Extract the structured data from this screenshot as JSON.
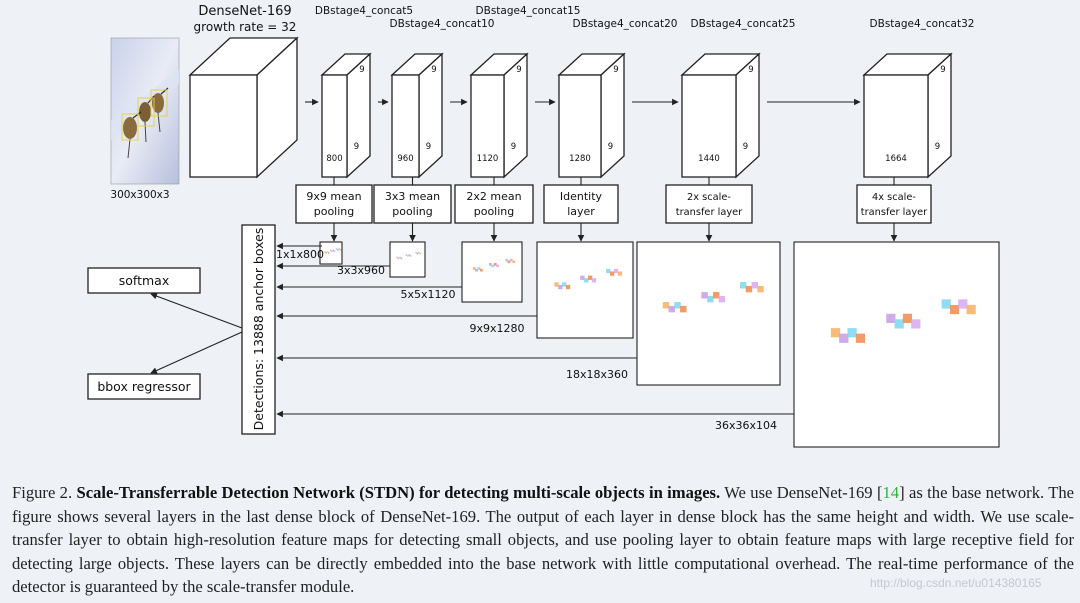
{
  "figure": {
    "input_image_label": "300x300x3",
    "base": {
      "title": "DenseNet-169",
      "subtitle": "growth rate = 32"
    },
    "stages": [
      {
        "name": "DBstage4_concat5",
        "depth": "800",
        "size_h": "9",
        "size_w": "9",
        "op": [
          "9x9 mean",
          "pooling"
        ],
        "output": "1x1x800"
      },
      {
        "name": "DBstage4_concat10",
        "depth": "960",
        "size_h": "9",
        "size_w": "9",
        "op": [
          "3x3 mean",
          "pooling"
        ],
        "output": "3x3x960"
      },
      {
        "name": "DBstage4_concat15",
        "depth": "1120",
        "size_h": "9",
        "size_w": "9",
        "op": [
          "2x2 mean",
          "pooling"
        ],
        "output": "5x5x1120"
      },
      {
        "name": "DBstage4_concat20",
        "depth": "1280",
        "size_h": "9",
        "size_w": "9",
        "op": [
          "Identity",
          "layer"
        ],
        "output": "9x9x1280"
      },
      {
        "name": "DBstage4_concat25",
        "depth": "1440",
        "size_h": "9",
        "size_w": "9",
        "op": [
          "2x scale-",
          "transfer layer"
        ],
        "output": "18x18x360"
      },
      {
        "name": "DBstage4_concat32",
        "depth": "1664",
        "size_h": "9",
        "size_w": "9",
        "op": [
          "4x scale-",
          "transfer layer"
        ],
        "output": "36x36x104"
      }
    ],
    "detections_label": "Detections: 13888 anchor boxes",
    "heads": [
      "softmax",
      "bbox regressor"
    ]
  },
  "caption": {
    "prefix": "Figure 2.",
    "bold": "Scale-Transferrable Detection Network (STDN) for detecting multi-scale objects in images.",
    "text1": " We use DenseNet-169 [",
    "ref": "14",
    "text2": "] as the base network. The figure shows several layers in the last dense block of DenseNet-169. The output of each layer in dense block has the same height and width. We use scale-transfer layer to obtain high-resolution feature maps for detecting small objects, and use pooling layer to obtain feature maps with large receptive field for detecting large objects. These layers can be directly embedded into the base network with little computational overhead. The real-time performance of the detector is guaranteed by the scale-transfer module."
  },
  "watermark": "http://blog.csdn.net/u014380165",
  "colors": {
    "background": "#eef1f6",
    "line": "#222222",
    "ref_link": "#2cb33c"
  }
}
